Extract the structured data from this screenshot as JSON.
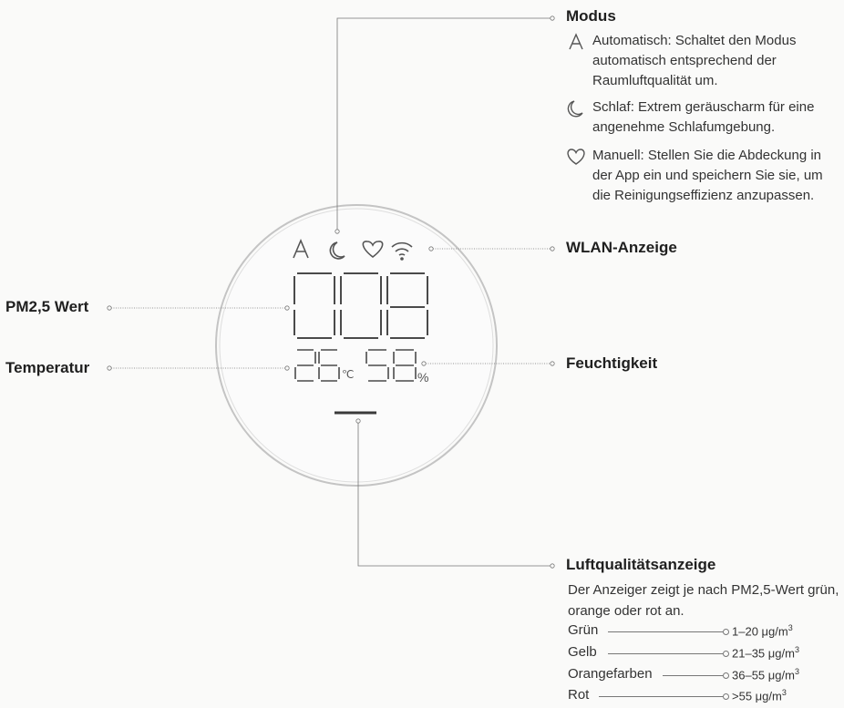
{
  "labels": {
    "modus": "Modus",
    "wlan": "WLAN-Anzeige",
    "pm25": "PM2,5 Wert",
    "temperatur": "Temperatur",
    "feuchtigkeit": "Feuchtigkeit",
    "luftqualitaet": "Luftqualitätsanzeige"
  },
  "modes": [
    {
      "icon": "auto-a-icon",
      "text": "Automatisch: Schaltet den Modus automatisch entsprechend der Raumluftqualität um."
    },
    {
      "icon": "moon-icon",
      "text": "Schlaf: Extrem geräuscharm für eine angenehme Schlafumgebung."
    },
    {
      "icon": "heart-icon",
      "text": "Manuell: Stellen Sie die Abdeckung in der App ein und speichern Sie sie, um die Reinigungseffizienz anzupassen."
    }
  ],
  "air_quality": {
    "description": "Der Anzeiger zeigt je nach PM2,5-Wert grün, orange oder rot an.",
    "levels": [
      {
        "name": "Grün",
        "range": "1–20 μg/m",
        "sup": "3"
      },
      {
        "name": "Gelb",
        "range": "21–35 μg/m",
        "sup": "3"
      },
      {
        "name": "Orangefarben",
        "range": "36–55 μg/m",
        "sup": "3"
      },
      {
        "name": "Rot",
        "range": ">55 μg/m",
        "sup": "3"
      }
    ]
  },
  "display": {
    "pm25": "008",
    "temperature": "26",
    "temperature_unit": "℃",
    "humidity": "58",
    "humidity_unit": "%"
  },
  "colors": {
    "segment": "#4a4a4a",
    "ring": "#bdbdbd",
    "leader": "#777777"
  }
}
